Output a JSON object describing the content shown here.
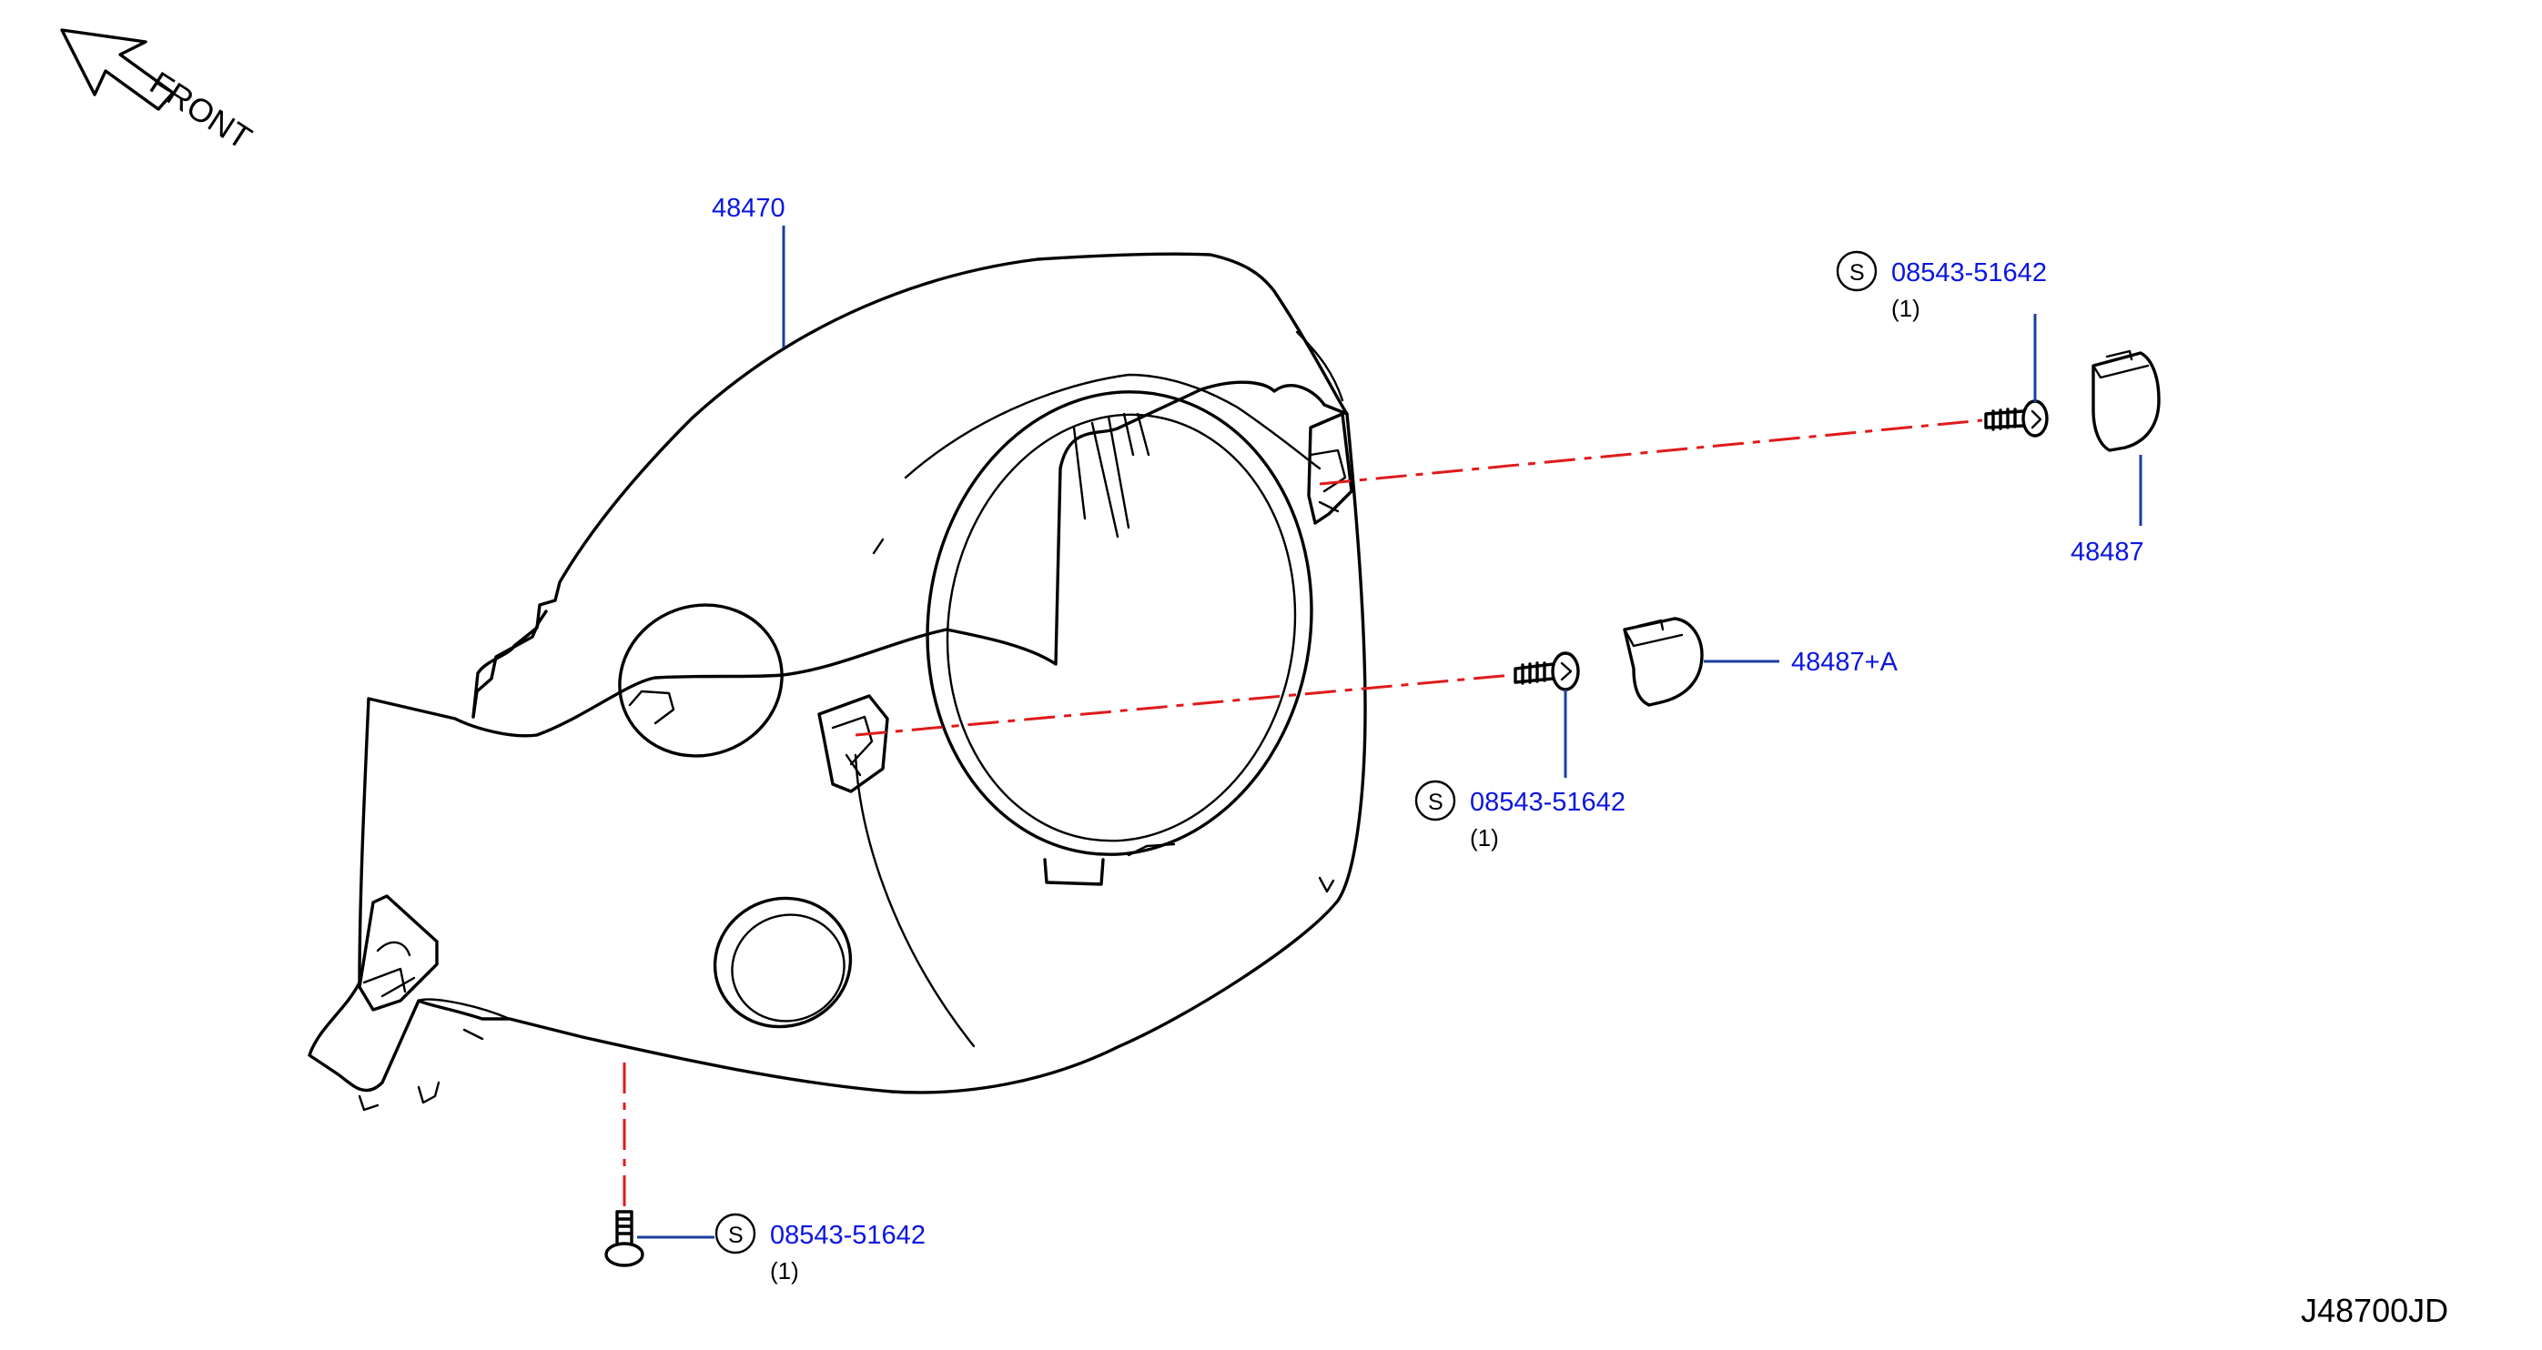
{
  "direction": {
    "label": "FRONT"
  },
  "diagram_id": "J48700JD",
  "callouts": {
    "column_cover": {
      "part_number": "48470"
    },
    "cap_upper": {
      "part_number": "48487"
    },
    "cap_lower": {
      "part_number": "48487+A"
    },
    "screw_upper": {
      "symbol": "S",
      "part_number": "08543-51642",
      "quantity": "(1)"
    },
    "screw_middle": {
      "symbol": "S",
      "part_number": "08543-51642",
      "quantity": "(1)"
    },
    "screw_bottom": {
      "symbol": "S",
      "part_number": "08543-51642",
      "quantity": "(1)"
    }
  },
  "colors": {
    "part_number_text": "#0b16e0",
    "leader_line": "#1a3f9c",
    "assembly_line": "#e01a1a",
    "outline": "#000000"
  }
}
